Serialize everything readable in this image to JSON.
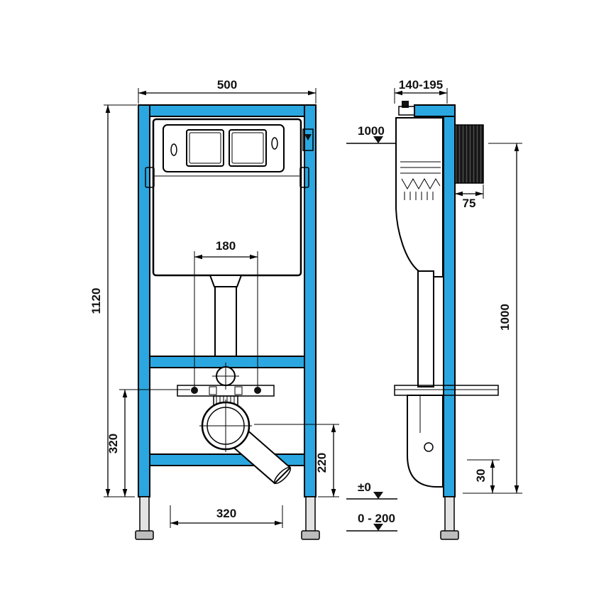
{
  "colors": {
    "frame": "#2aa7e0",
    "line": "#000000",
    "leg": "#e3e3e3",
    "foot": "#bdbdbd",
    "bg": "#ffffff"
  },
  "diagram": {
    "type": "technical-drawing",
    "subject": "concealed-cistern-wc-installation-frame",
    "views": [
      "front-view",
      "side-view"
    ]
  },
  "front_view": {
    "dims": {
      "overall_width": "500",
      "overall_height": "1120",
      "flush_pipe_spacing": "180",
      "lower_section_height": "320",
      "fixing_width": "320",
      "outlet_center_height": "220"
    }
  },
  "side_view": {
    "dims": {
      "depth_range": "140-195",
      "button_height": "1000",
      "bracket_depth": "75",
      "frame_height": "1000",
      "outlet_offset": "30",
      "floor_level": "±0",
      "adjustment_range": "0 - 200"
    }
  }
}
